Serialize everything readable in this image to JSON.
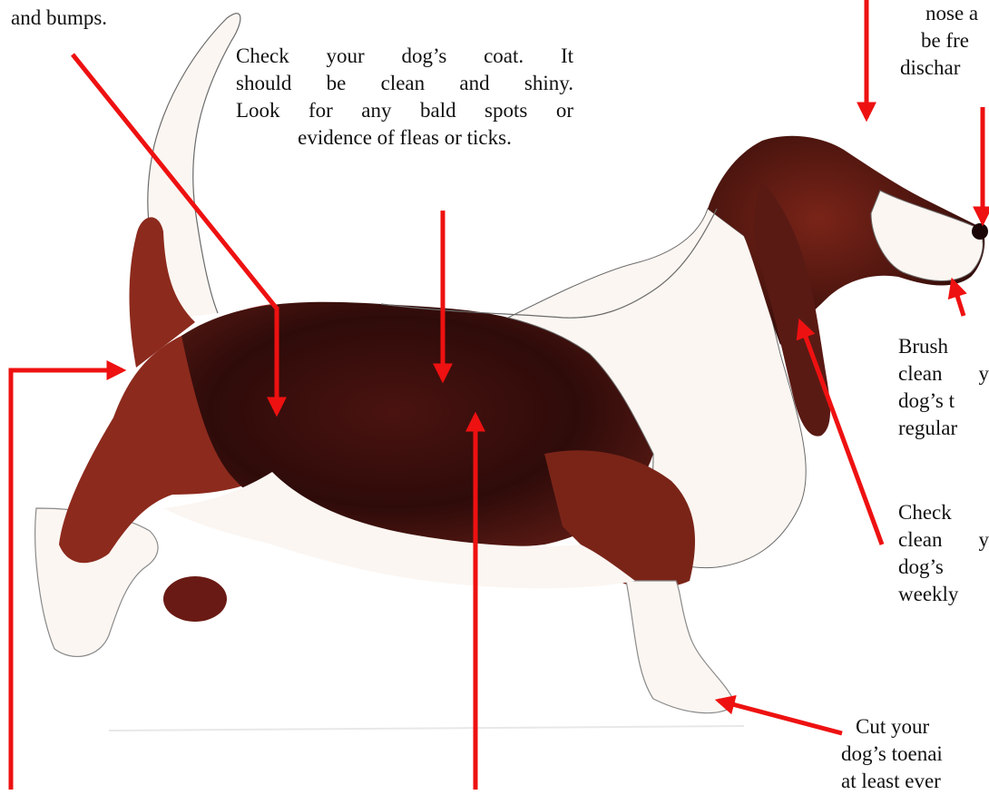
{
  "labels": {
    "lumps": [
      "and bumps."
    ],
    "coat": [
      "Check your dog’s coat. It",
      "should be clean and shiny.",
      "Look for any bald spots or",
      "evidence of fleas or ticks."
    ],
    "nose": [
      "nose a",
      "be fre",
      "dischar"
    ],
    "teeth": [
      "Brush",
      "clean y",
      "dog’s t",
      "regular"
    ],
    "ears": [
      "Check",
      "clean y",
      "dog’s",
      "weekly"
    ],
    "toenails": [
      "Cut your",
      "dog’s toenai",
      "at least ever"
    ]
  },
  "colors": {
    "arrow": "#ee1111",
    "coat_dark": "#3a0f0c",
    "coat_red": "#8c2a1d",
    "fur_white": "#fbf6f2",
    "outline": "#6b6b6b"
  },
  "icons": {
    "arrow": "arrowhead-icon",
    "dog": "basset-hound-illustration"
  }
}
